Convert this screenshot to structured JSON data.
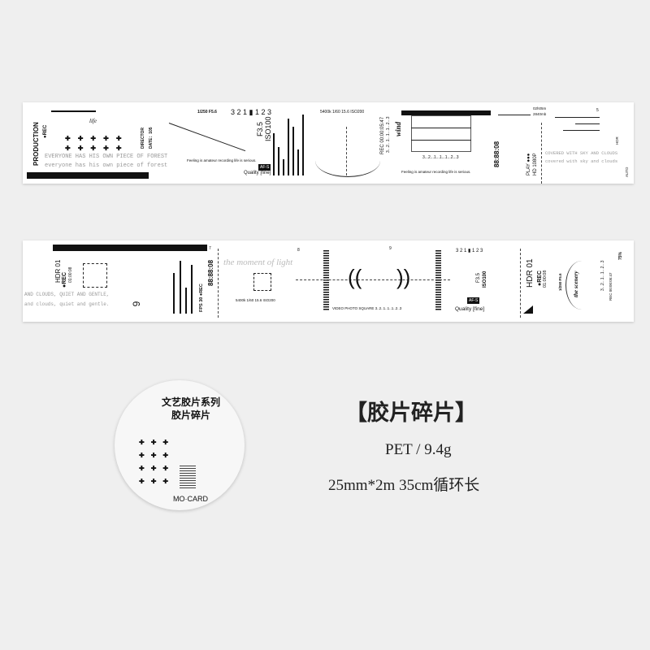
{
  "strip1": {
    "production": "PRODUCTION",
    "rec": "●REC",
    "life": "life",
    "forest_upper": "EVERYONE HAS HIS OWN PIECE OF FOREST",
    "forest_lower": "everyone has his own piece of forest",
    "director": "DIRECTOR",
    "date": "DATE：105",
    "shutter": "1/250 F5.6",
    "exposure_scale": "3 2 1 ▮ 1 2 3",
    "aperture": "F3.5",
    "iso": "ISO100",
    "wb_row": "5400k    1/60    15.6    ISO200",
    "feeling1": "Feeling is amateur recording life is serious.",
    "af": "AF-S",
    "quality": "Quality [fine]",
    "rec_time": "REC 00:00:05:47",
    "scale_small": "3...2...1...1...1...2...3",
    "wind": "wind",
    "grid_scale": "3...2...1...1...1...2...3",
    "feeling2": "Feeling is amateur recording life is serious.",
    "timecode": "88:88:08",
    "play": "PLAY ●●●",
    "hd": "HD 1080P",
    "battery_time": "02h05m",
    "storage": "2840mb",
    "sky_upper": "COVERED WITH SKY AND CLOUDS",
    "sky_lower": "covered with sky and clouds",
    "five": "5",
    "hdr": "HDR",
    "auto": "AUTO"
  },
  "strip2": {
    "hdr": "HDR 01",
    "rec": "●REC",
    "rec_time": "01:00:08",
    "clouds_upper": "AND CLOUDS, QUIET AND GENTLE,",
    "clouds_lower": "and clouds, quiet and gentle.",
    "six": "6",
    "seven": "7",
    "eight": "8",
    "nine": "9",
    "fps": "FPS 30 ●REC",
    "timecode": "88:88:08",
    "script": "the moment of light",
    "wb_row": "5400k    1/60    15.6    ISO200",
    "modes": "VIDEO    PHOTO   SQUARE     3..2..1..1..1..2..3",
    "exposure_scale": "3 2 1 ▮ 1 2 3",
    "aperture": "F3.5",
    "iso": "ISO100",
    "af": "AF-S",
    "quality": "Quality [fine]",
    "hdr2": "HDR 01",
    "rec2": "●REC",
    "rec_time2": "01:00:08",
    "shutter": "1/250 F5.6",
    "scenery": "the scenery",
    "scale": "3...2...1...1...2...3",
    "rec_time3": "REC 00:00:05:47",
    "battery_pct": "75%"
  },
  "sample": {
    "title_line1": "文艺胶片系列",
    "title_line2": "胶片碎片",
    "brand": "MO·CARD"
  },
  "product": {
    "title": "【胶片碎片】",
    "material": "PET / 9.4g",
    "size": "25mm*2m 35cm循环长"
  }
}
